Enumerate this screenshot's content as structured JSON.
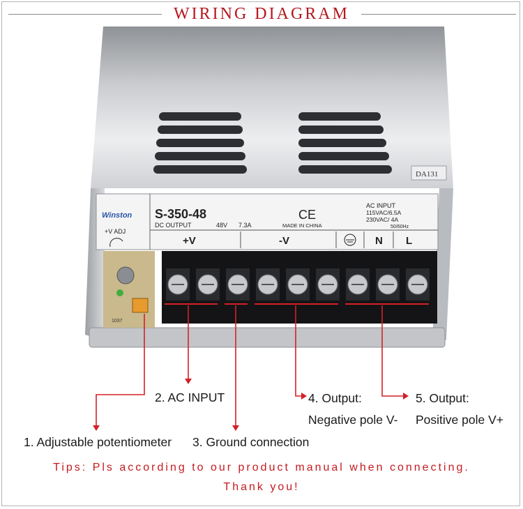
{
  "header": {
    "title": "WIRING DIAGRAM"
  },
  "unit": {
    "brand": "Winston",
    "model": "S-350-48",
    "dc_output_label": "DC OUTPUT",
    "dc_voltage": "48V",
    "dc_current": "7.3A",
    "ce_mark": "CE",
    "made_in": "MADE IN CHINA",
    "ac_input_title": "AC INPUT",
    "ac_line1": "115VAC/6.5A",
    "ac_line2": "230VAC/ 4A",
    "ac_freq": "50/60Hz",
    "adj_label": "+V ADJ",
    "tag": "DA131",
    "terminals": {
      "plus_v": "+V",
      "minus_v": "-V",
      "neutral": "N",
      "line": "L"
    }
  },
  "labels": {
    "ac_input": "2. AC INPUT",
    "output_negative_line1": "4. Output:",
    "output_negative_line2": "Negative pole V-",
    "output_positive_line1": "5. Output:",
    "output_positive_line2": "Positive pole V+",
    "potentiometer": "1. Adjustable potentiometer",
    "ground": "3. Ground connection"
  },
  "tips": {
    "line1": "Tips: Pls according to our product manual when connecting.",
    "line2": "Thank you!"
  },
  "colors": {
    "accent": "#b5171d",
    "arrow": "#d42028"
  }
}
